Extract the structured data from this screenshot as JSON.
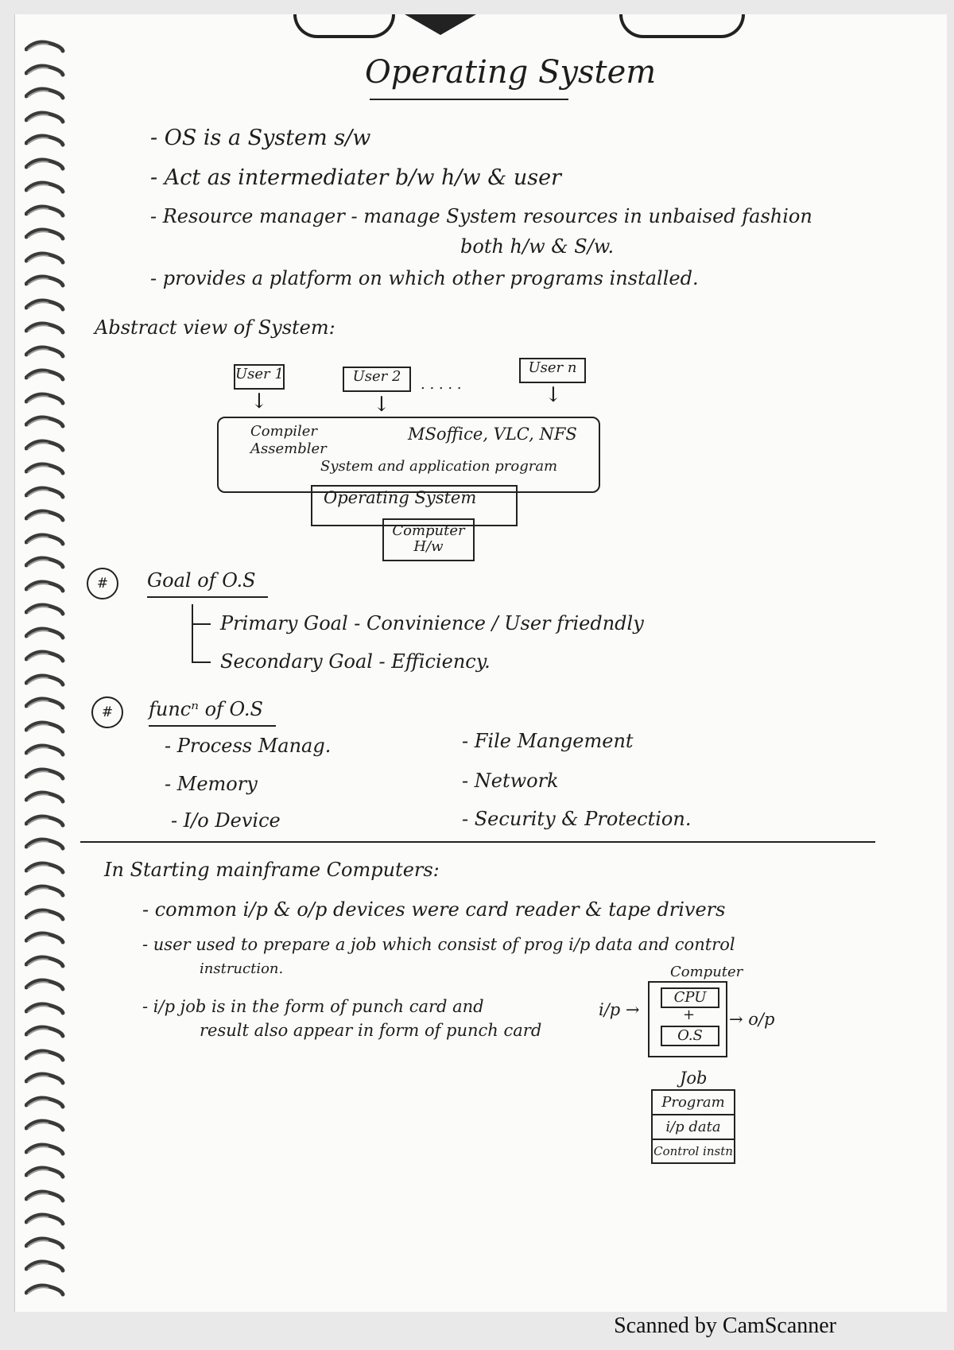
{
  "title": "Operating System",
  "bullets": [
    "- OS is a System s/w",
    "- Act as intermediater b/w h/w & user",
    "- Resource manager - manage System resources in unbaised fashion",
    "both h/w & S/w.",
    "- provides a platform on which other programs installed."
  ],
  "abstract_heading": "Abstract view of System:",
  "diagram": {
    "users": [
      "User 1",
      "User 2",
      "User n"
    ],
    "dots": ". . . . .",
    "left_programs": "Compiler\nAssembler",
    "right_programs": "MSoffice, VLC, NFS",
    "programs_label": "System and application program",
    "os_label": "Operating System",
    "hw_label": "Computer H/w"
  },
  "goal": {
    "marker": "#",
    "heading": "Goal of O.S",
    "primary": "Primary Goal  -  Convinience / User friedndly",
    "secondary": "Secondary Goal  -  Efficiency."
  },
  "functions": {
    "marker": "#",
    "heading": "funcⁿ of O.S",
    "left": [
      "- Process Manag.",
      "- Memory",
      "- I/o Device"
    ],
    "right": [
      "- File  Mangement",
      "- Network",
      "- Security & Protection."
    ]
  },
  "mainframe": {
    "heading": "In Starting mainframe Computers:",
    "b1": "- common i/p & o/p devices were card reader & tape drivers",
    "b2a": "- user used to prepare a job which consist of prog i/p data and control",
    "b2b": "instruction.",
    "b3a": "- i/p job is in the form of punch card and",
    "b3b": "result also appear in form of punch card",
    "computer_label": "Computer",
    "cpu": "CPU",
    "plus": "+",
    "os": "O.S",
    "ip": "i/p →",
    "op": "→ o/p",
    "job_title": "Job",
    "job_rows": [
      "Program",
      "i/p data",
      "Control instn"
    ]
  },
  "footer": "Scanned by CamScanner"
}
